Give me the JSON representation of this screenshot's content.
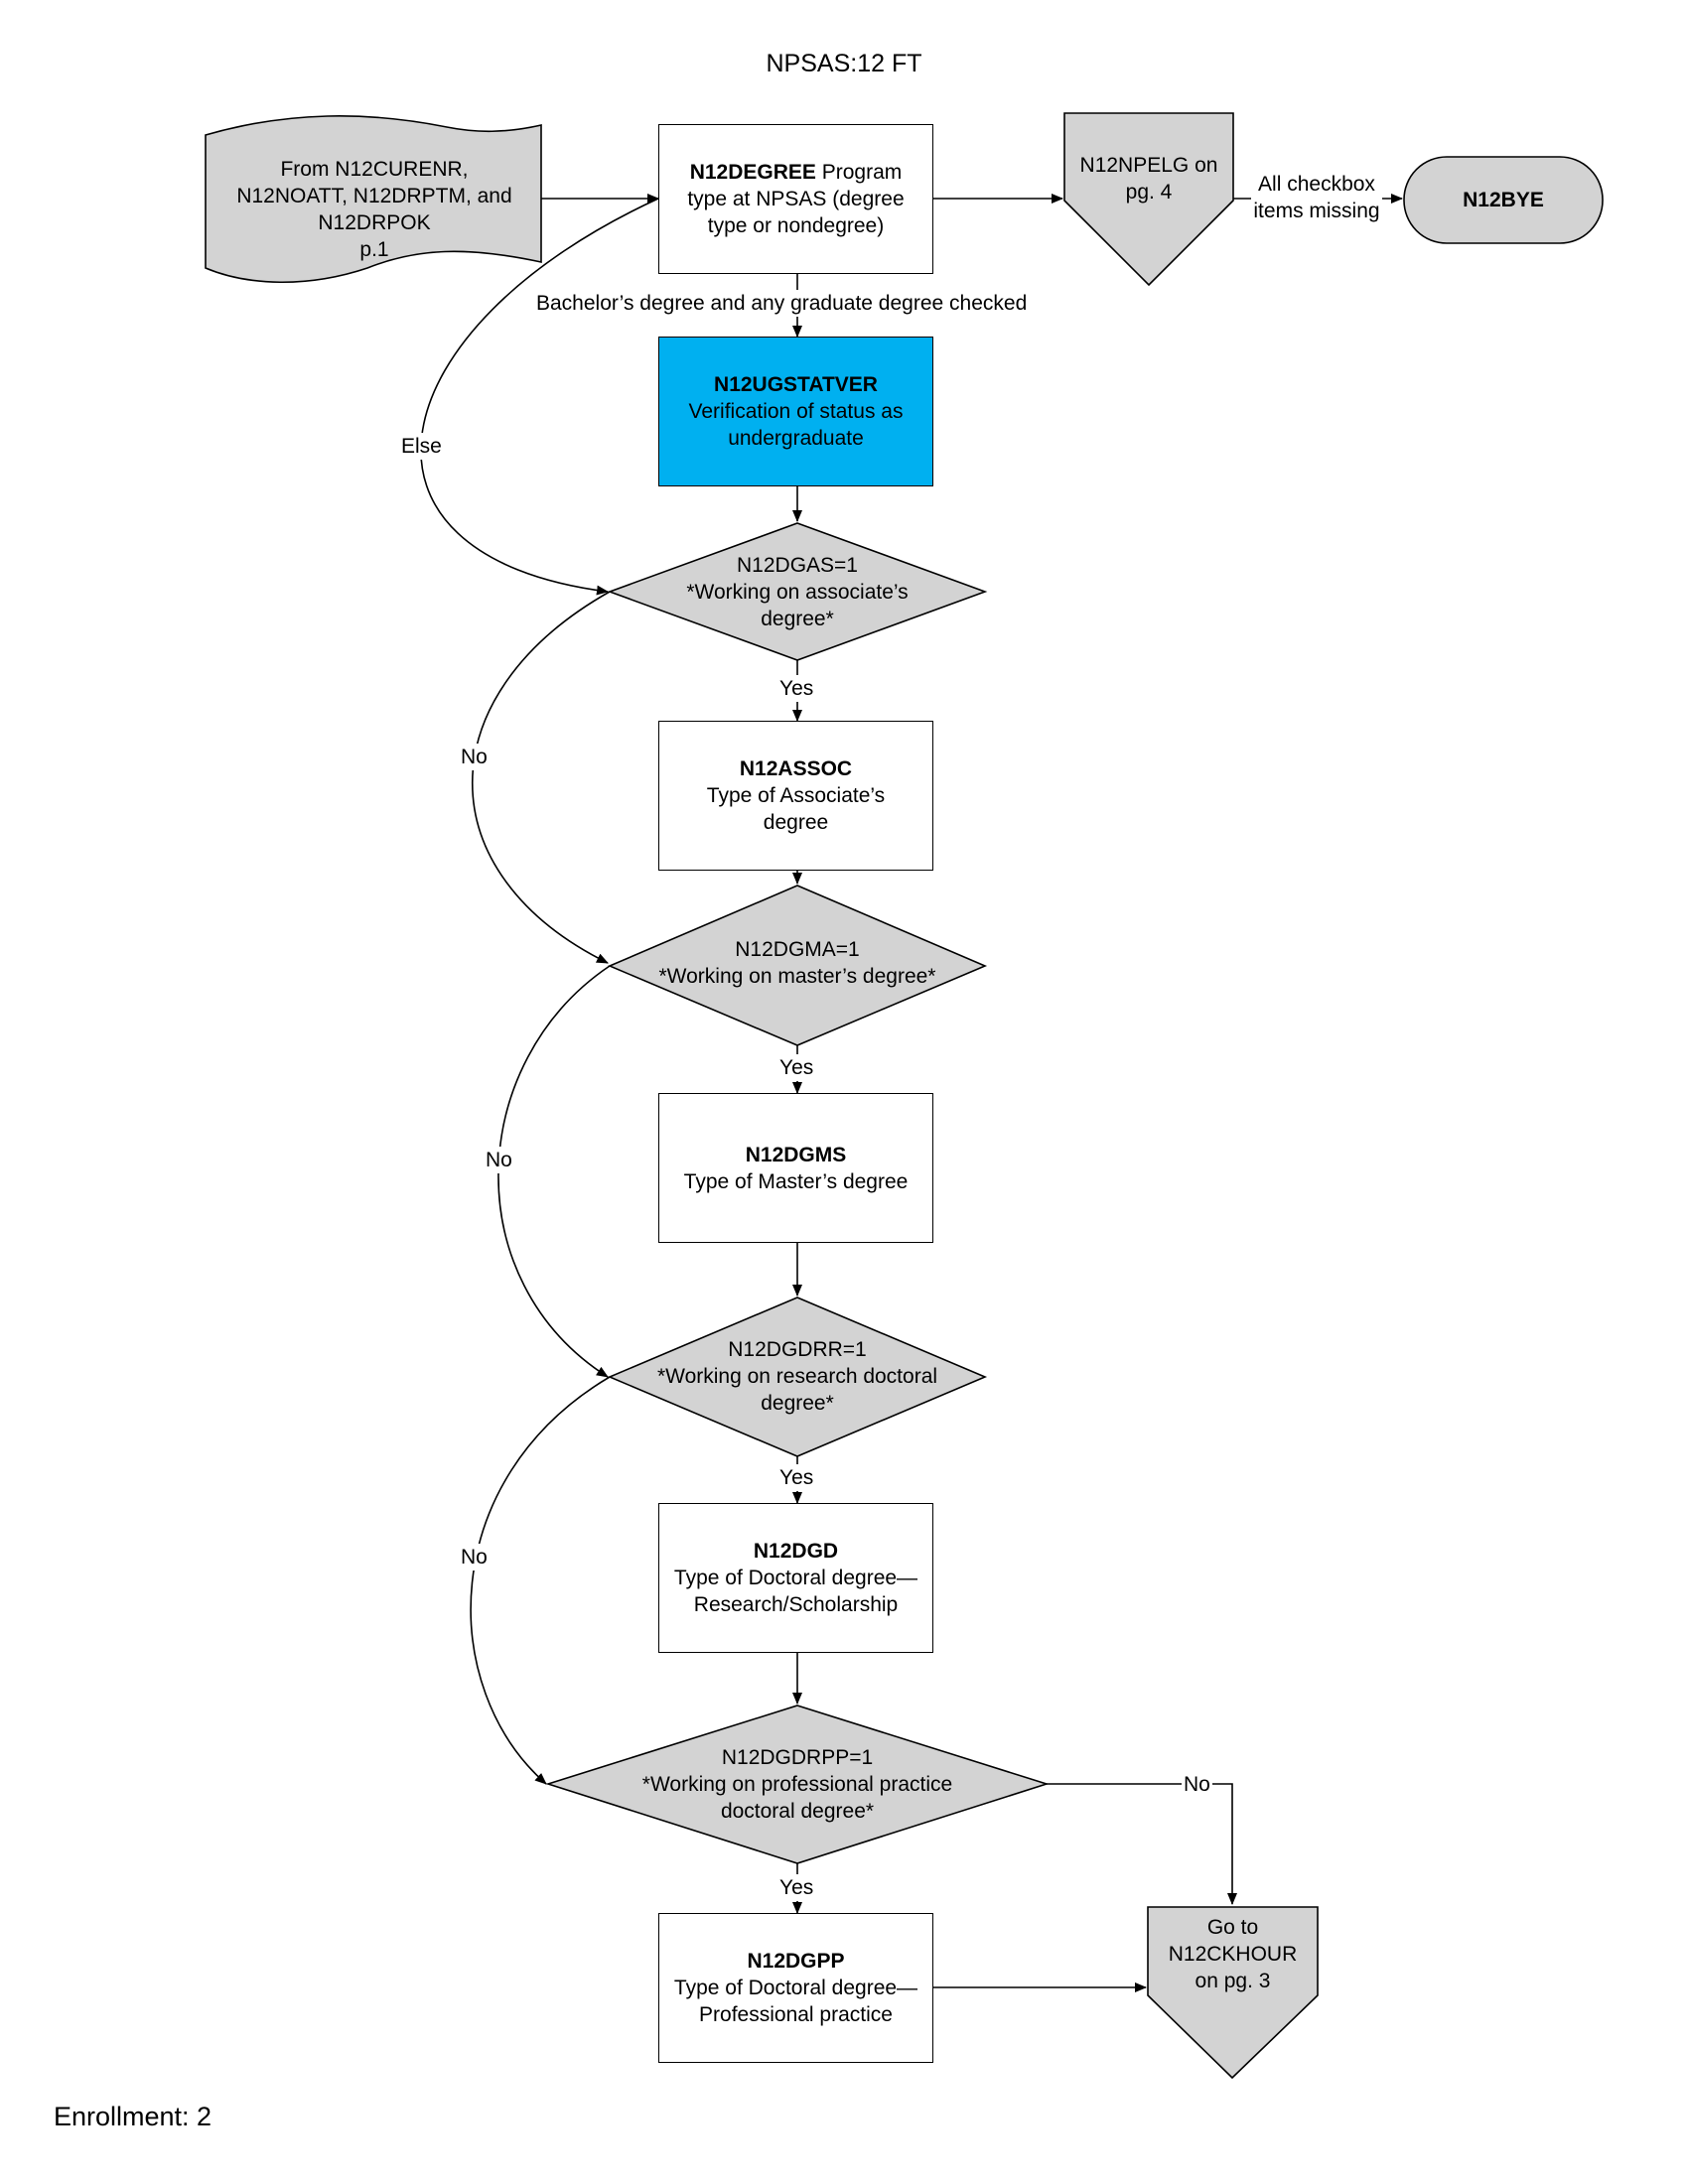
{
  "header": {
    "title": "NPSAS:12 FT"
  },
  "footer": {
    "text": "Enrollment: 2"
  },
  "nodes": {
    "from_doc": {
      "lines": [
        "From N12CURENR,",
        "N12NOATT, N12DRPTM, and",
        "N12DRPOK",
        "p.1"
      ]
    },
    "n12degree": {
      "code": "N12DEGREE",
      "desc_first": " Program",
      "desc_rest": [
        "type at NPSAS (degree",
        "type or nondegree)"
      ]
    },
    "n12npelg": {
      "lines": [
        "N12NPELG on",
        "pg. 4"
      ]
    },
    "n12bye": {
      "label": "N12BYE"
    },
    "n12ugstatver": {
      "code": "N12UGSTATVER",
      "desc": [
        "Verification of status as",
        "undergraduate"
      ]
    },
    "n12dgas": {
      "lines": [
        "N12DGAS=1",
        "*Working on associate’s",
        "degree*"
      ]
    },
    "n12assoc": {
      "code": "N12ASSOC",
      "desc": [
        "Type of Associate’s",
        "degree"
      ]
    },
    "n12dgma": {
      "lines": [
        "N12DGMA=1",
        "*Working on master’s degree*"
      ]
    },
    "n12dgms": {
      "code": "N12DGMS",
      "desc": [
        "Type  of Master’s degree"
      ]
    },
    "n12dgdrr": {
      "lines": [
        "N12DGDRR=1",
        "*Working on research doctoral",
        "degree*"
      ]
    },
    "n12dgd": {
      "code": "N12DGD",
      "desc": [
        "Type of Doctoral degree—",
        "Research/Scholarship"
      ]
    },
    "n12dgdrpp": {
      "lines": [
        "N12DGDRPP=1",
        "*Working on professional practice",
        "doctoral degree*"
      ]
    },
    "n12dgpp": {
      "code": "N12DGPP",
      "desc": [
        "Type of Doctoral degree—",
        "Professional practice"
      ]
    },
    "goto_ckhour": {
      "lines": [
        "Go to",
        "N12CKHOUR",
        "on pg. 3"
      ]
    }
  },
  "edge_labels": {
    "all_checkbox": [
      "All checkbox",
      "items missing"
    ],
    "bachelor_graduate": "Bachelor’s degree and any graduate degree checked",
    "else": "Else",
    "yes": "Yes",
    "no": "No"
  },
  "colors": {
    "highlight": "#00b0f0",
    "decision_fill": "#d3d3d3",
    "stroke": "#000000"
  }
}
